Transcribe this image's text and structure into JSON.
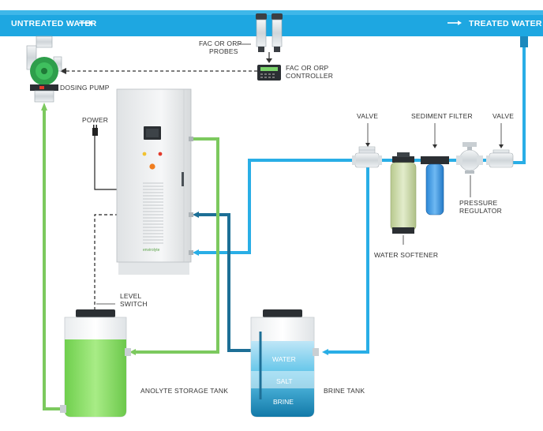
{
  "header": {
    "untreated_water": "UNTREATED WATER",
    "treated_water": "TREATED WATER"
  },
  "labels": {
    "fac_probes_line1": "FAC OR ORP",
    "fac_probes_line2": "PROBES",
    "fac_controller_line1": "FAC OR ORP",
    "fac_controller_line2": "CONTROLLER",
    "dosing_pump": "DOSING PUMP",
    "power": "POWER",
    "valve_left": "VALVE",
    "sediment_filter": "SEDIMENT FILTER",
    "valve_right": "VALVE",
    "pressure_regulator_line1": "PRESSURE",
    "pressure_regulator_line2": "REGULATOR",
    "water_softener": "WATER SOFTENER",
    "level_switch_line1": "LEVEL",
    "level_switch_line2": "SWITCH",
    "anolyte_tank": "ANOLYTE STORAGE TANK",
    "brine_tank": "BRINE TANK",
    "brine_water": "WATER",
    "brine_salt": "SALT",
    "brine_brine": "BRINE",
    "generator_logo": "envirolyte"
  },
  "colors": {
    "header_blue": "#1ea7e1",
    "water_pipe": "#29aee6",
    "anolyte_pipe": "#7cc95e",
    "brine_pipe": "#1d6f96",
    "anolyte_fill": "#8fdc6c",
    "pump_green": "#2e9e4b"
  }
}
